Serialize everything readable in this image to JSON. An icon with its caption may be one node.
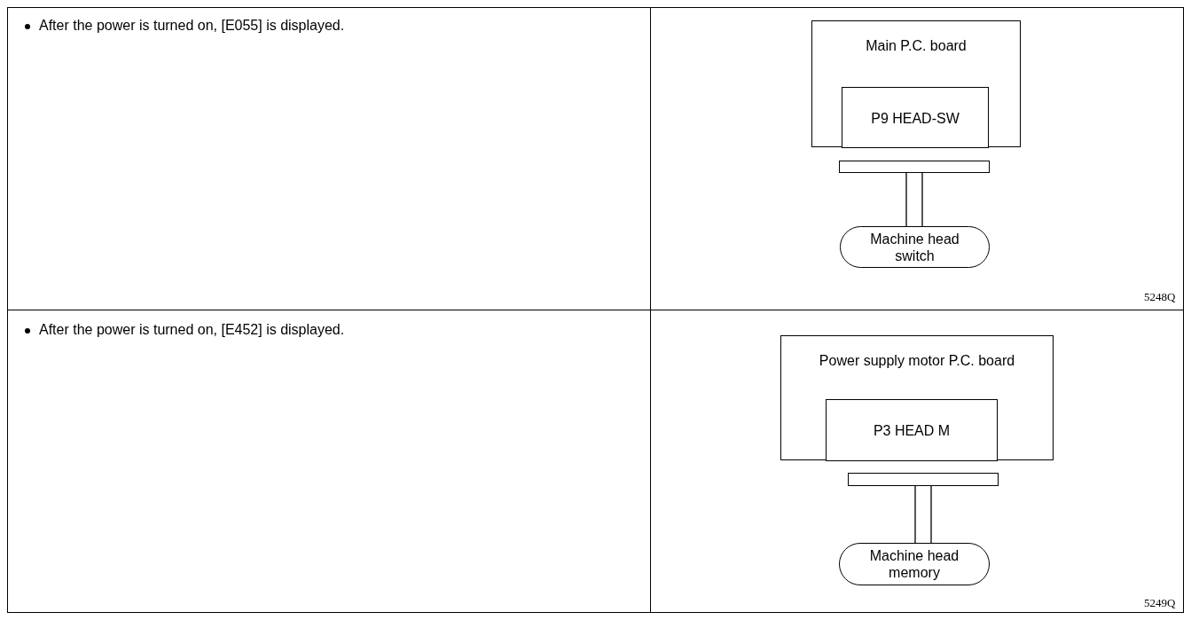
{
  "diagram": {
    "nodes": [
      {
        "text": [
          "Main P.C. board"
        ]
      },
      {
        "text": [
          "P9  HEAD-SW"
        ],
        "in": 0
      },
      {
        "text": [],
        "shape": "bar"
      },
      {
        "text": [
          "Machine head switch"
        ]
      },
      {
        "text": [
          "Power supply motor P.C. board"
        ]
      },
      {
        "text": [
          "P3 HEAD M"
        ],
        "in": 4
      },
      {
        "text": [],
        "shape": "bar"
      },
      {
        "text": [
          "Machine head memory"
        ]
      }
    ],
    "edges": [
      {
        "from": 2,
        "to": 3,
        "arrow": "none"
      },
      {
        "from": 6,
        "to": 7,
        "arrow": "none"
      }
    ],
    "labels": [
      "After the power is turned on, [E055] is displayed.",
      "5248Q",
      "After the power is turned on, [E452] is displayed.",
      "5249Q"
    ]
  }
}
